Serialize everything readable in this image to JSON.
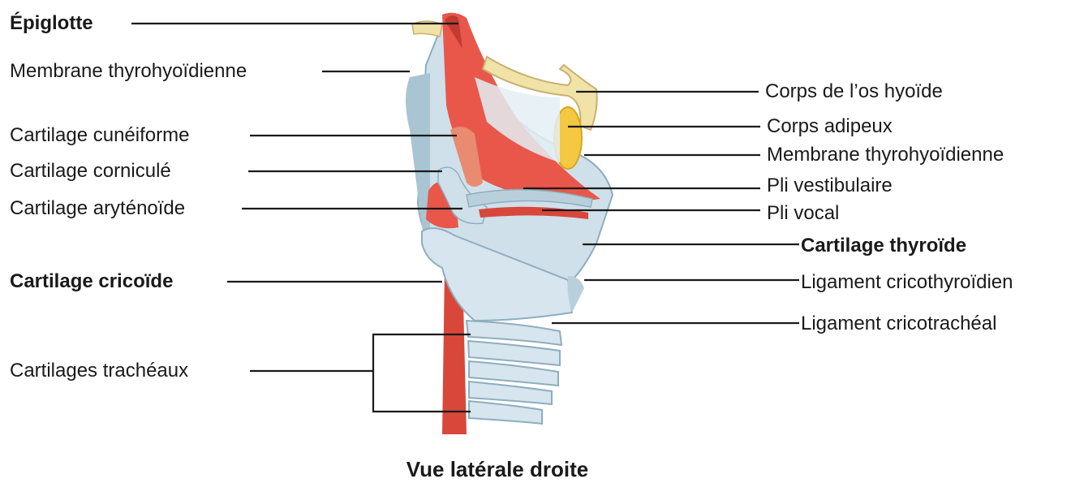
{
  "labels_left": [
    {
      "id": "epiglotte",
      "text": "Épiglotte",
      "bold": true
    },
    {
      "id": "membrane-thyrohyoidienne-left",
      "text": "Membrane thyrohyoïdienne",
      "bold": false
    },
    {
      "id": "cartilage-cuneiforme",
      "text": "Cartilage cunéiforme",
      "bold": false
    },
    {
      "id": "cartilage-cornicule",
      "text": "Cartilage corniculé",
      "bold": false
    },
    {
      "id": "cartilage-arytenoide",
      "text": "Cartilage aryténoïde",
      "bold": false
    },
    {
      "id": "cartilage-cricoide",
      "text": "Cartilage cricoïde",
      "bold": true
    },
    {
      "id": "cartilages-tracheaux",
      "text": "Cartilages trachéaux",
      "bold": false
    }
  ],
  "labels_right": [
    {
      "id": "corps-os-hyoide",
      "text": "Corps de l’os hyoïde",
      "bold": false
    },
    {
      "id": "corps-adipeux",
      "text": "Corps adipeux",
      "bold": false
    },
    {
      "id": "membrane-thyrohyoidienne-right",
      "text": "Membrane thyrohyoïdienne",
      "bold": false
    },
    {
      "id": "pli-vestibulaire",
      "text": "Pli vestibulaire",
      "bold": false
    },
    {
      "id": "pli-vocal",
      "text": "Pli vocal",
      "bold": false
    },
    {
      "id": "cartilage-thyroide",
      "text": "Cartilage thyroïde",
      "bold": true
    },
    {
      "id": "ligament-cricothyroidien",
      "text": "Ligament cricothyroïdien",
      "bold": false
    },
    {
      "id": "ligament-cricotracheal",
      "text": "Ligament cricotrachéal",
      "bold": false
    }
  ],
  "caption": "Vue latérale droite",
  "colors": {
    "cartilage": "#cfe0ea",
    "cartilage_shadow": "#9fbccb",
    "muscle_red": "#e8574a",
    "muscle_dark": "#c23b30",
    "bone_cream": "#f1e2a8",
    "fat_yellow": "#f5c842",
    "line": "#1a1a1a"
  }
}
